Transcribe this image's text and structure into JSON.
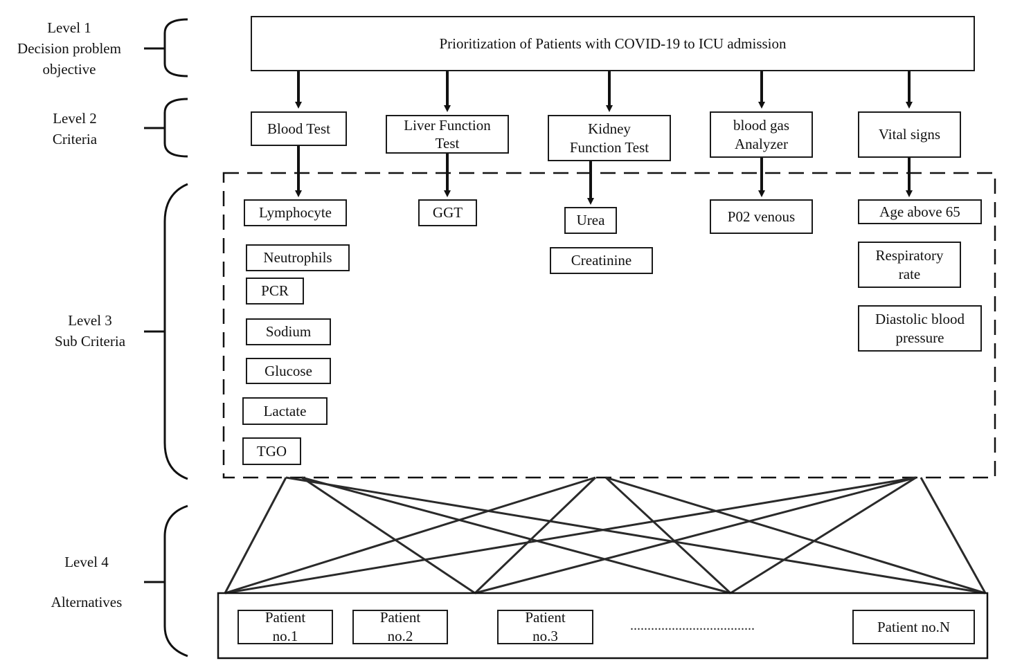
{
  "levels": {
    "level1": "Level 1\nDecision problem\nobjective",
    "level2": "Level 2\nCriteria",
    "level3": "Level 3\nSub  Criteria",
    "level4_title": "Level 4",
    "level4_sub": "Alternatives"
  },
  "goal": "Prioritization of Patients with COVID-19 to ICU admission",
  "criteria": {
    "blood_test": "Blood Test",
    "liver": "Liver Function\nTest",
    "kidney": "Kidney\nFunction  Test",
    "blood_gas": "blood gas\nAnalyzer",
    "vital": "Vital signs"
  },
  "subcriteria": {
    "lymphocyte": "Lymphocyte",
    "neutrophils": "Neutrophils",
    "pcr": "PCR",
    "sodium": "Sodium",
    "glucose": "Glucose",
    "lactate": "Lactate",
    "tgo": "TGO",
    "ggt": "GGT",
    "urea": "Urea",
    "creatinine": "Creatinine",
    "po2": "P02 venous",
    "age": "Age above 65",
    "resp": "Respiratory\nrate",
    "diastolic": "Diastolic blood\npressure"
  },
  "alternatives": {
    "p1": "Patient\nno.1",
    "p2": "Patient\nno.2",
    "p3": "Patient\nno.3",
    "ellipsis": "....................................",
    "pn": "Patient no.N"
  }
}
